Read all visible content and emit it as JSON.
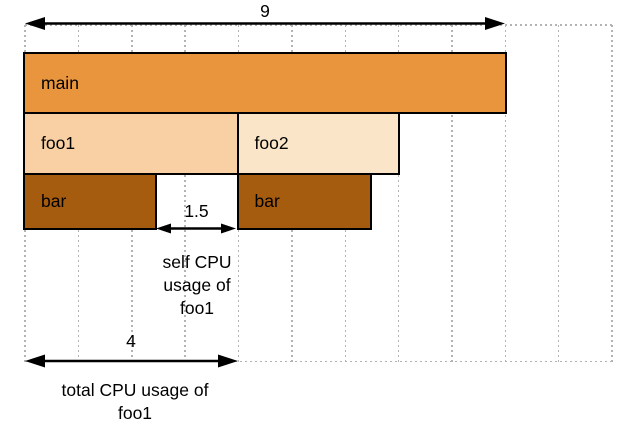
{
  "figure": {
    "kind": "flame-graph-cpu-usage-diagram",
    "grid": {
      "units_total": 11,
      "line_color": "#b3b3b3",
      "frame_border_color": "#000000",
      "text_color": "#000000",
      "background": "#ffffff"
    },
    "frames": [
      {
        "label": "main",
        "depth": 0,
        "start": 0,
        "end": 9,
        "color": "#E8953E"
      },
      {
        "label": "foo1",
        "depth": 1,
        "start": 0,
        "end": 4,
        "color": "#F8D0A4"
      },
      {
        "label": "foo2",
        "depth": 1,
        "start": 4,
        "end": 7,
        "color": "#FAE5C9"
      },
      {
        "label": "bar",
        "depth": 2,
        "start": 0,
        "end": 2.5,
        "color": "#A65C0F"
      },
      {
        "label": "bar",
        "depth": 2,
        "start": 4,
        "end": 6.5,
        "color": "#A65C0F"
      }
    ],
    "annotations": {
      "total_width": {
        "value": "9"
      },
      "self_cpu": {
        "value": "1.5",
        "text": "self CPU usage of foo1",
        "lines": [
          "self CPU",
          "usage of",
          "foo1"
        ]
      },
      "total_cpu": {
        "value": "4",
        "text": "total CPU usage of foo1",
        "lines": [
          "total CPU usage of",
          "foo1"
        ]
      }
    }
  }
}
